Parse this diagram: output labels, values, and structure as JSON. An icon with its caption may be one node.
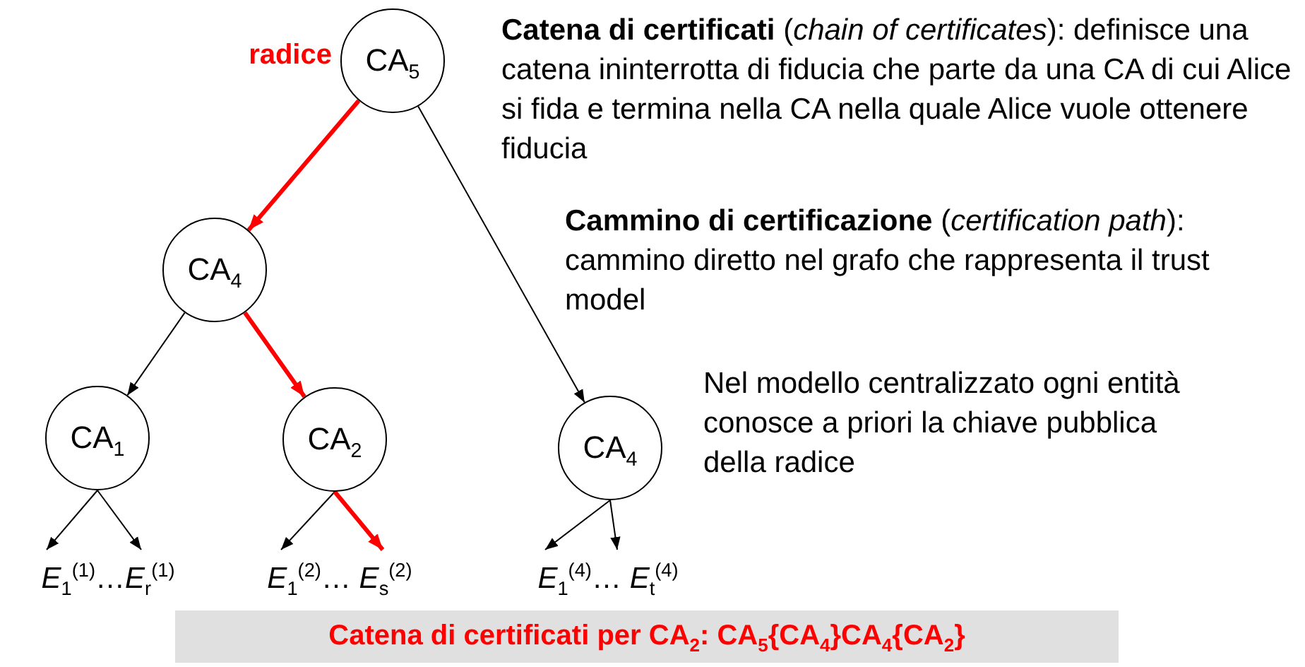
{
  "diagram": {
    "nodes": [
      {
        "text": [
          "CA$_{5}$"
        ],
        "beside": [
          "radice"
        ]
      },
      {
        "text": [
          "CA$_{4}$"
        ]
      },
      {
        "text": [
          "CA$_{1}$"
        ]
      },
      {
        "text": [
          "CA$_{2}$"
        ]
      },
      {
        "text": [
          "CA$_{4}$"
        ]
      },
      {
        "text": [
          "*E*$_{1}$$^{(1)}$…*E*$_{r}$$^{(1)}$"
        ]
      },
      {
        "text": [
          "*E*$_{1}$$^{(2)}$… *E*$_{s}$$^{(2)}$"
        ]
      },
      {
        "text": [
          "*E*$_{1}$$^{(4)}$… *E*$_{t}$$^{(4)}$"
        ]
      }
    ],
    "edges": [
      {
        "from": 0,
        "to": 1,
        "arrow": "to",
        "style": "thick",
        "color": "#ff0000"
      },
      {
        "from": 0,
        "to": 4,
        "arrow": "to"
      },
      {
        "from": 1,
        "to": 2,
        "arrow": "to"
      },
      {
        "from": 1,
        "to": 3,
        "arrow": "to",
        "style": "thick",
        "color": "#ff0000"
      },
      {
        "from": 2,
        "to": 5,
        "arrow": "to"
      },
      {
        "from": 2,
        "to": 5,
        "arrow": "to"
      },
      {
        "from": 3,
        "to": 6,
        "arrow": "to"
      },
      {
        "from": 3,
        "to": 6,
        "arrow": "to",
        "style": "thick",
        "color": "#ff0000"
      },
      {
        "from": 4,
        "to": 7,
        "arrow": "to"
      },
      {
        "from": 4,
        "to": 7,
        "arrow": "to"
      }
    ],
    "labels": [
      "**Catena di certificati** (*chain of certificates*): definisce una catena ininterrotta di fiducia che parte da una CA di cui Alice si fida e termina nella CA nella quale Alice vuole ottenere fiducia",
      "**Cammino di certificazione** (*certification path*): cammino diretto nel grafo che rappresenta il trust model",
      "Nel modello centralizzato ogni entità conosce a priori la chiave pubblica della radice",
      "Catena di certificati per CA$_{2}$: CA$_{5}${CA$_{4}$}CA$_{4}${CA$_{2}$}"
    ]
  }
}
